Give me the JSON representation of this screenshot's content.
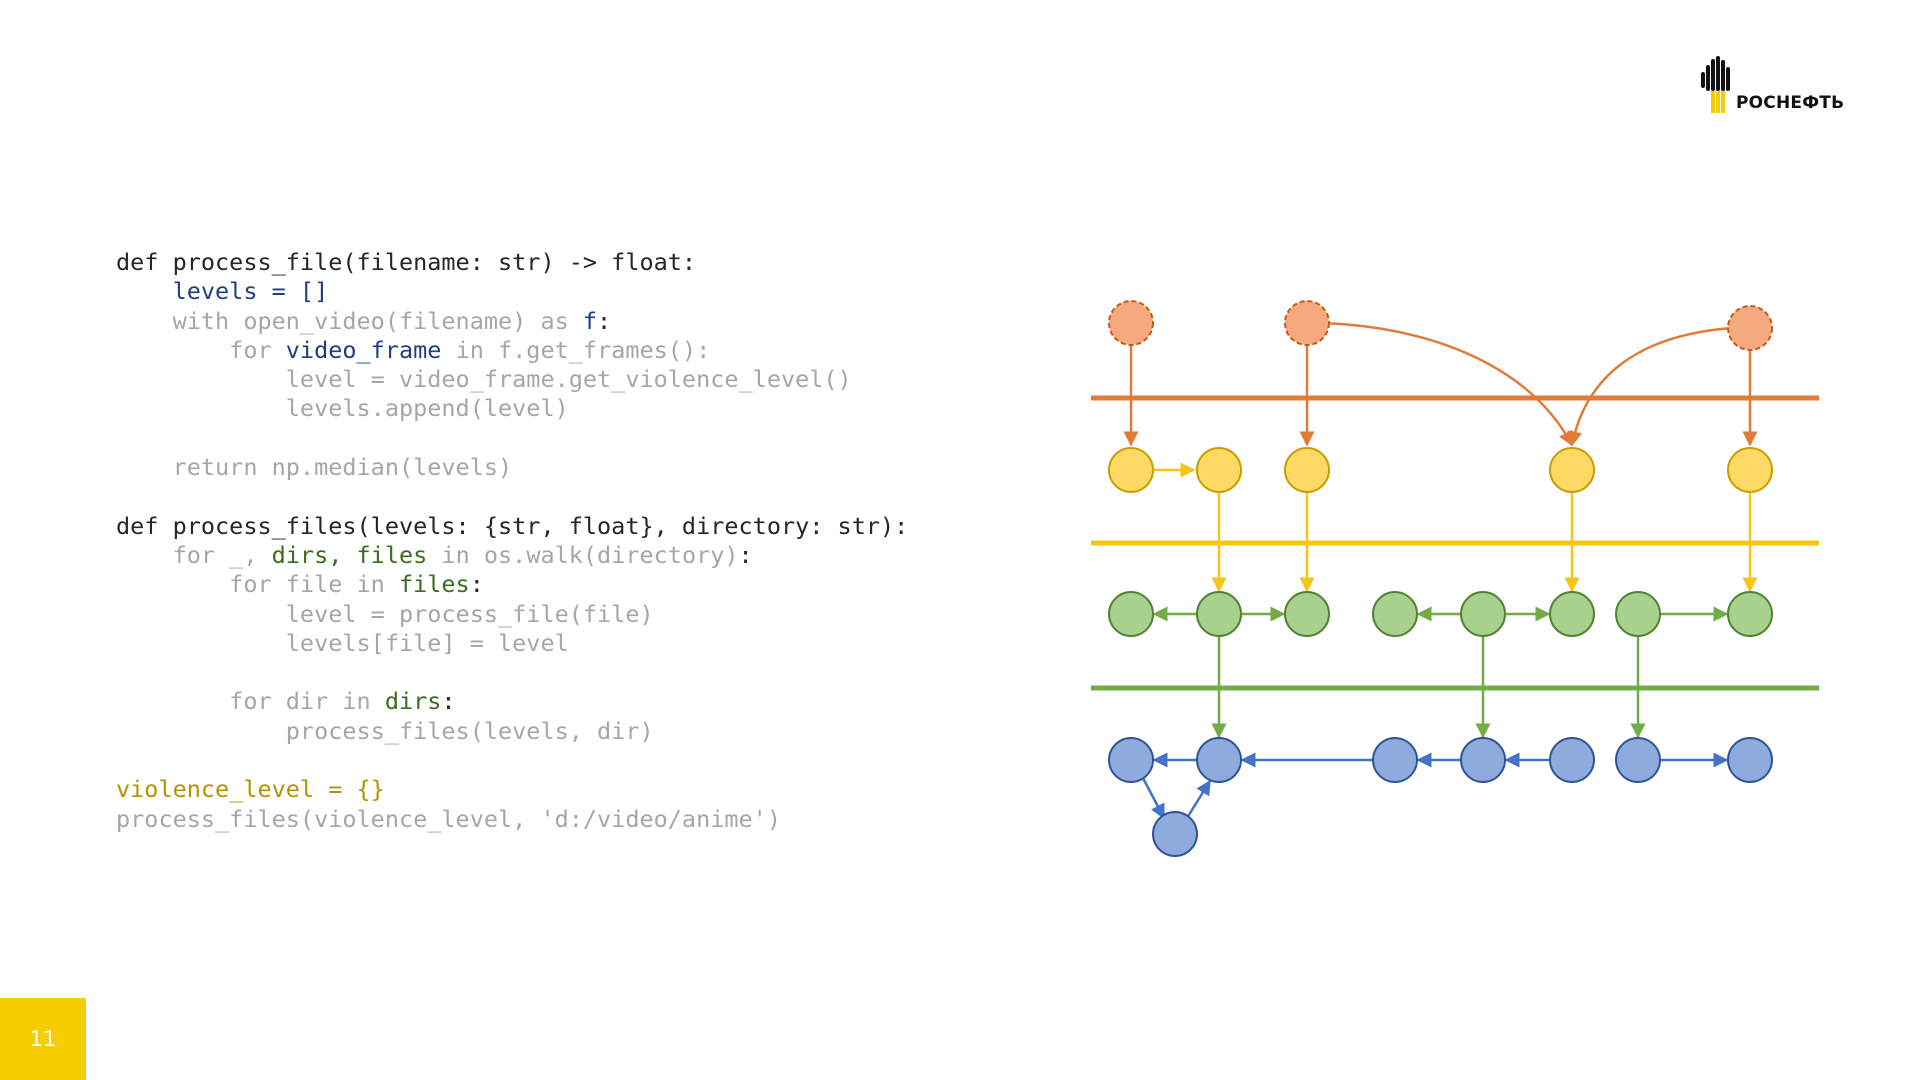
{
  "logo": {
    "text": "РОСНЕФТЬ",
    "icon": "rosneft-logo-icon"
  },
  "code": {
    "l1": [
      "def process_file(filename: str) -> float:"
    ],
    "l2": [
      "    ",
      "levels = []"
    ],
    "l3": [
      "    with open_video(filename) as ",
      "f",
      ":"
    ],
    "l4": [
      "        for ",
      "video_frame",
      " in f.get_frames():"
    ],
    "l5": [
      "            level = video_frame.get_violence_level()"
    ],
    "l6": [
      "            levels.append(level)"
    ],
    "l7": [
      ""
    ],
    "l8": [
      "    return np.median(levels)"
    ],
    "l9": [
      ""
    ],
    "l10": [
      "def process_files(levels: {str, float}, directory: str):"
    ],
    "l11": [
      "    for _, ",
      "dirs",
      ", ",
      "files",
      " in os.walk(directory)",
      ":"
    ],
    "l12": [
      "        for file in ",
      "files",
      ":"
    ],
    "l13": [
      "            level = process_file(file)"
    ],
    "l14": [
      "            levels[file] = level"
    ],
    "l15": [
      ""
    ],
    "l16": [
      "        for dir in ",
      "dirs",
      ":"
    ],
    "l17": [
      "            process_files(levels, dir)"
    ],
    "l18": [
      ""
    ],
    "l19": [
      "violence_level = {}"
    ],
    "l20": [
      "process_files(violence_level, 'd:/video/anime')"
    ]
  },
  "diagram": {
    "colors": {
      "orange": "#e07b39",
      "orange_fill": "#f4a97f",
      "yellow": "#f5c518",
      "yellow_fill": "#ffd966",
      "yellow_stroke": "#c7a000",
      "green": "#70ad47",
      "green_fill": "#a9d18e",
      "green_stroke": "#548235",
      "blue": "#4472c4",
      "blue_fill": "#8faadc",
      "blue_stroke": "#2f5597"
    }
  },
  "page": {
    "number": "11",
    "badge_color": "#f6cd00"
  }
}
